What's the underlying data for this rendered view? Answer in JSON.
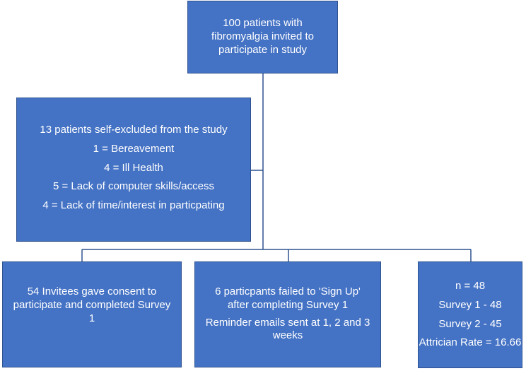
{
  "flowchart": {
    "invited": "100 patients with fibromyalgia invited to participate in study",
    "excluded": {
      "title": "13 patients self-excluded  from the study",
      "reasons": [
        "1 = Bereavement",
        "4 = Ill Health",
        "5 = Lack of computer skills/access",
        "4 = Lack of time/interest in particpating"
      ]
    },
    "consented": "54 Invitees gave consent to participate  and completed Survey 1",
    "failed_signup": {
      "line1": "6  particpants failed to 'Sign Up' after completing Survey 1",
      "line2": "Reminder emails sent at 1, 2 and 3 weeks"
    },
    "final": {
      "n": "n = 48",
      "survey1": "Survey 1 - 48",
      "survey2": "Survey 2 -  45",
      "attrition": "Attrician  Rate = 16.66"
    },
    "colors": {
      "box_fill": "#4472C4",
      "box_border": "#2F528F",
      "connector": "#2F528F",
      "text": "#ffffff"
    }
  }
}
